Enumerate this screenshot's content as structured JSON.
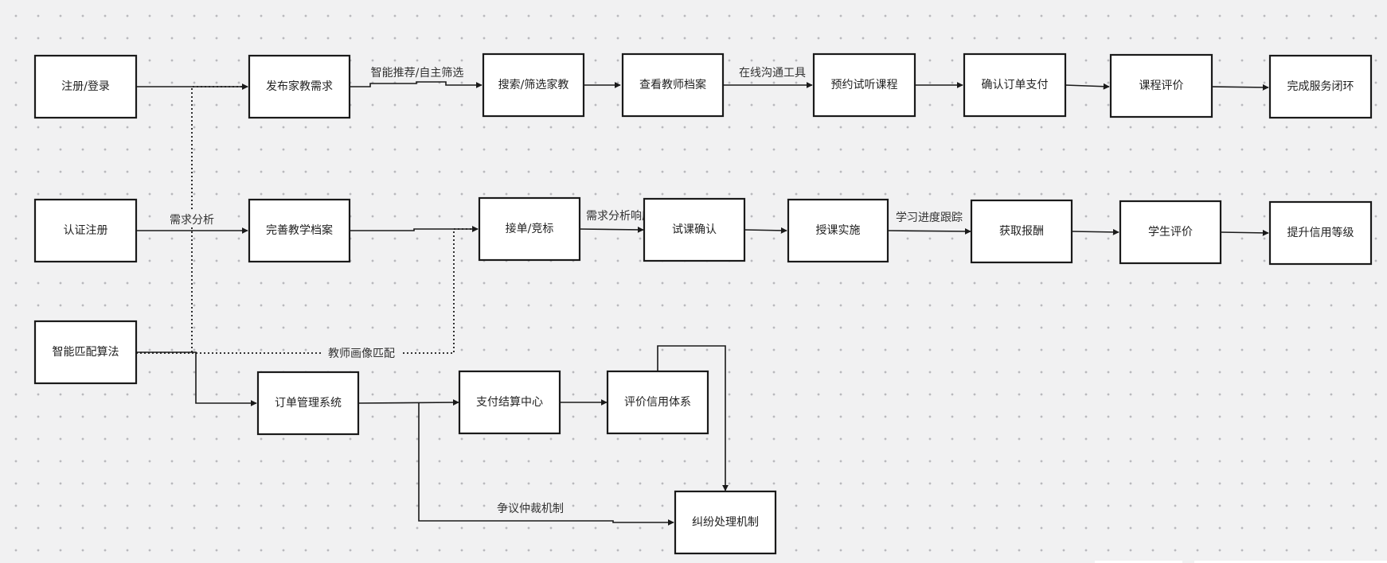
{
  "nodes": {
    "register_login": "注册/登录",
    "publish_request": "发布家教需求",
    "search_filter": "搜索/筛选家教",
    "view_profile": "查看教师档案",
    "book_trial": "预约试听课程",
    "confirm_pay": "确认订单支付",
    "course_review": "课程评价",
    "complete_loop": "完成服务闭环",
    "verify_register": "认证注册",
    "complete_teaching_profile": "完善教学档案",
    "accept_bid": "接单/竞标",
    "trial_confirm": "试课确认",
    "teaching": "授课实施",
    "get_paid": "获取报酬",
    "student_review": "学生评价",
    "credit_upgrade": "提升信用等级",
    "matching_algorithm": "智能匹配算法",
    "order_system": "订单管理系统",
    "payment_center": "支付结算中心",
    "credit_system": "评价信用体系",
    "dispute_handling": "纠纷处理机制"
  },
  "edge_labels": {
    "smart_recommend": "智能推荐/自主筛选",
    "online_comm": "在线沟通工具",
    "needs_analysis": "需求分析",
    "needs_response": "需求分析响应",
    "progress_tracking": "学习进度跟踪",
    "teacher_portrait": "教师画像匹配",
    "dispute_arbitration": "争议仲裁机制"
  }
}
